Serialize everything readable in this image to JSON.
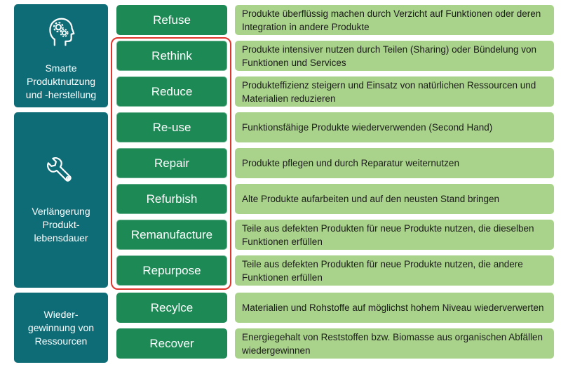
{
  "categories": {
    "smart": {
      "label": "Smarte\nProduktnutzung\nund -herstellung",
      "icon": "head-gears-icon"
    },
    "extend": {
      "label": "Verlängerung\nProdukt-\nlebensdauer",
      "icon": "wrench-icon"
    },
    "recover": {
      "label": "Wieder-\ngewinnung von\nRessourcen"
    }
  },
  "strategies": [
    {
      "name": "Refuse",
      "description": "Produkte überflüssig machen durch Verzicht auf Funktionen oder deren Integration in andere Produkte"
    },
    {
      "name": "Rethink",
      "description": "Produkte intensiver nutzen durch Teilen (Sharing) oder Bündelung von Funktionen und Services"
    },
    {
      "name": "Reduce",
      "description": "Produkteffizienz steigern und Einsatz von natürlichen Ressourcen und Materialien reduzieren"
    },
    {
      "name": "Re-use",
      "description": "Funktionsfähige Produkte wiederverwenden (Second Hand)"
    },
    {
      "name": "Repair",
      "description": "Produkte pflegen und durch Reparatur weiternutzen"
    },
    {
      "name": "Refurbish",
      "description": "Alte Produkte aufarbeiten und auf den neusten Stand bringen"
    },
    {
      "name": "Remanufacture",
      "description": "Teile aus defekten Produkten für neue Produkte nutzen, die dieselben Funktionen erfüllen"
    },
    {
      "name": "Repurpose",
      "description": "Teile aus defekten Produkten für neue Produkte nutzen, die andere Funktionen erfüllen"
    },
    {
      "name": "Recylce",
      "description": "Materialien und Rohstoffe auf möglichst hohem Niveau wiederverwerten"
    },
    {
      "name": "Recover",
      "description": "Energiegehalt von Reststoffen bzw. Biomasse aus organischen Abfällen wiedergewinnen"
    }
  ],
  "colors": {
    "category": "#0e6c77",
    "strategy": "#1d8a55",
    "description": "#a9d38a",
    "highlight": "#e0352b"
  }
}
